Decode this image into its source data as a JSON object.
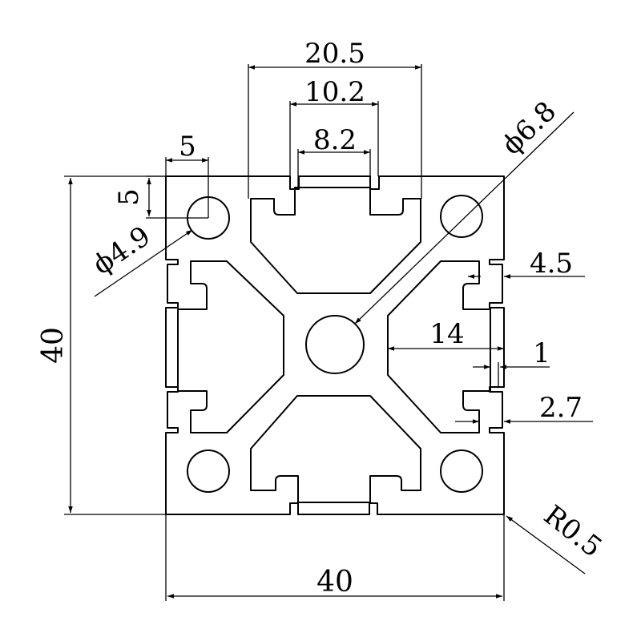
{
  "dimensions": {
    "slot_opening_outer": "20.5",
    "slot_opening_mid": "10.2",
    "slot_opening_inner": "8.2",
    "hole_offset_horizontal": "5",
    "hole_offset_vertical": "5",
    "corner_hole_diameter": "ϕ4.9",
    "center_hole_diameter": "ϕ6.8",
    "height": "40",
    "width": "40",
    "wall_thickness": "4.5",
    "core_to_side": "14",
    "lip_gap": "1",
    "lip_thickness": "2.7",
    "corner_radius": "R0.5"
  },
  "colors": {
    "line": "#000000",
    "background": "#ffffff"
  }
}
